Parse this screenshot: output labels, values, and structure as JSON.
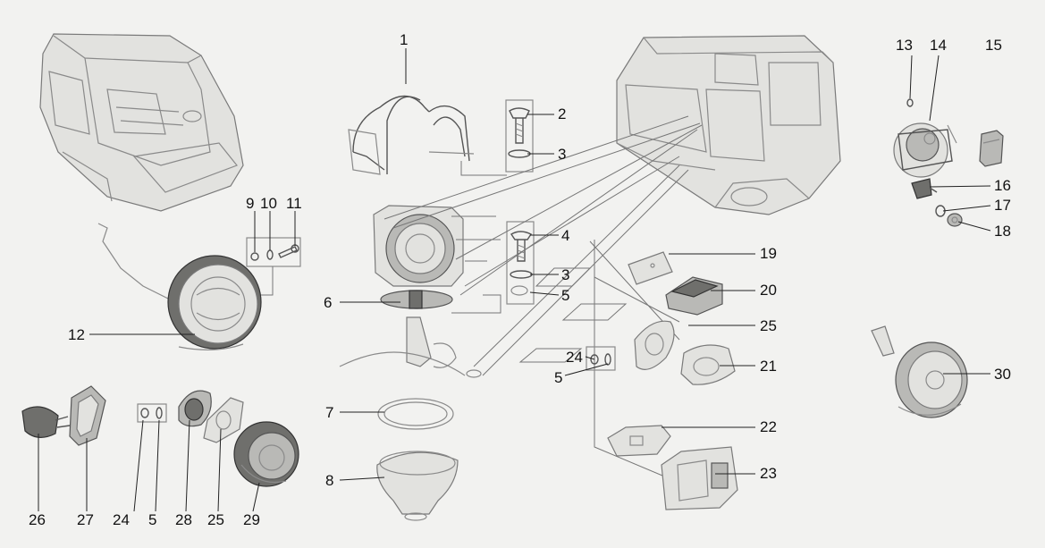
{
  "callouts": {
    "c1": "1",
    "c2": "2",
    "c3a": "3",
    "c3b": "3",
    "c4": "4",
    "c5a": "5",
    "c5b": "5",
    "c5c": "5",
    "c6": "6",
    "c7": "7",
    "c8": "8",
    "c9": "9",
    "c10": "10",
    "c11": "11",
    "c12": "12",
    "c13": "13",
    "c14": "14",
    "c15": "15",
    "c16": "16",
    "c17": "17",
    "c18": "18",
    "c19": "19",
    "c20": "20",
    "c21": "21",
    "c22": "22",
    "c23": "23",
    "c24a": "24",
    "c24b": "24",
    "c25a": "25",
    "c25b": "25",
    "c26": "26",
    "c27": "27",
    "c28": "28",
    "c29": "29",
    "c30": "30"
  }
}
